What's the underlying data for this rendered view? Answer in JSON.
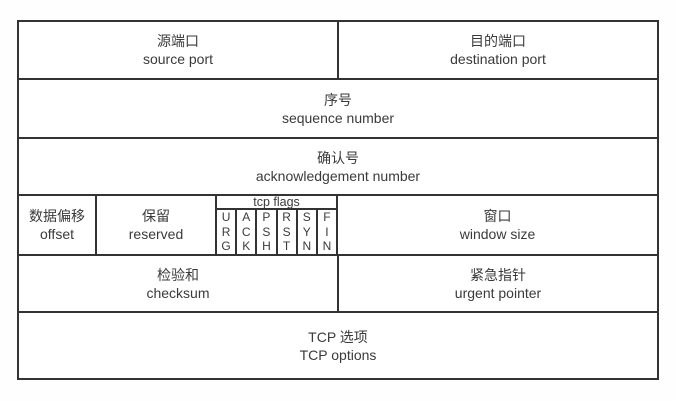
{
  "diagram": {
    "kind": "tcp-header-structure",
    "source_port": {
      "zh": "源端口",
      "en": "source port"
    },
    "destination_port": {
      "zh": "目的端口",
      "en": "destination port"
    },
    "sequence_number": {
      "zh": "序号",
      "en": "sequence number"
    },
    "acknowledgement_number": {
      "zh": "确认号",
      "en": "acknowledgement number"
    },
    "offset": {
      "zh": "数据偏移",
      "en": "offset"
    },
    "reserved": {
      "zh": "保留",
      "en": "reserved"
    },
    "tcp_flags": {
      "label": "tcp flags",
      "flags": [
        "U\nR\nG",
        "A\nC\nK",
        "P\nS\nH",
        "R\nS\nT",
        "S\nY\nN",
        "F\nI\nN"
      ]
    },
    "window_size": {
      "zh": "窗口",
      "en": "window size"
    },
    "checksum": {
      "zh": "检验和",
      "en": "checksum"
    },
    "urgent_pointer": {
      "zh": "紧急指针",
      "en": "urgent pointer"
    },
    "tcp_options": {
      "zh": "TCP 选项",
      "en": "TCP options"
    }
  },
  "colors": {
    "border": "#333333",
    "text": "#3a3a3a",
    "background": "#ffffff"
  }
}
